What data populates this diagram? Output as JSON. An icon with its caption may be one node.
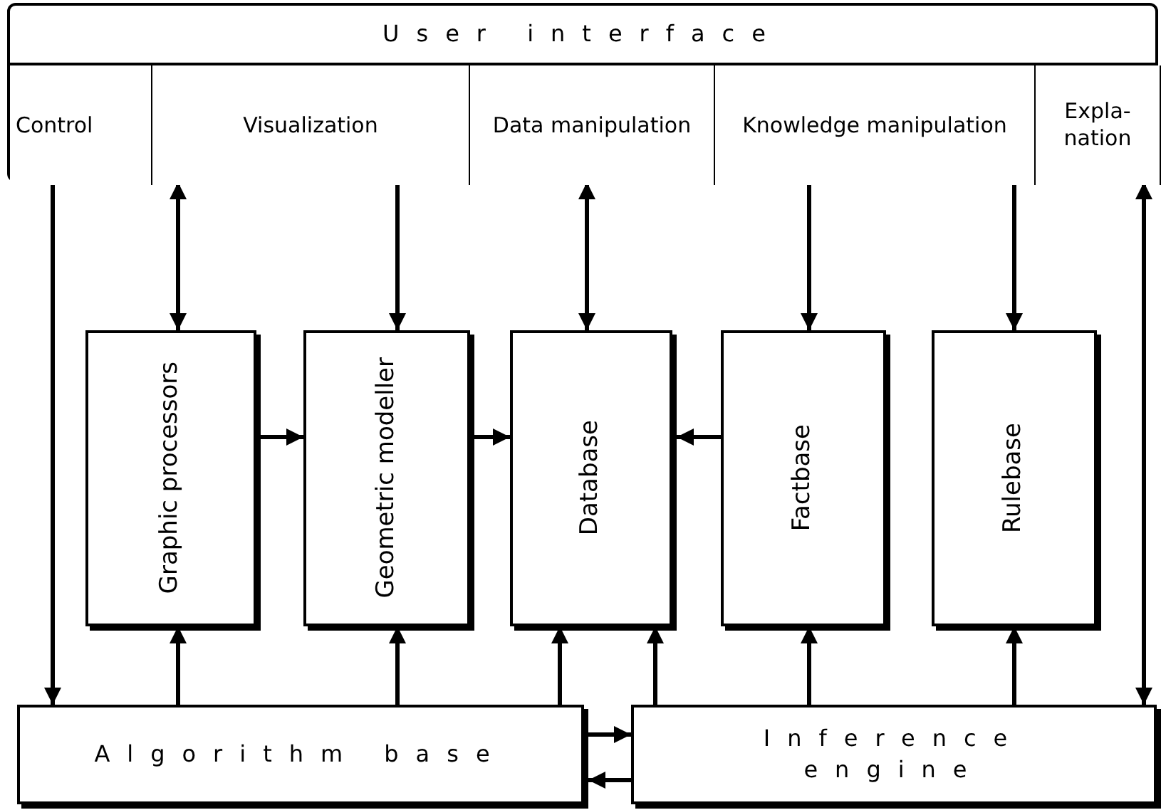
{
  "diagram": {
    "nodes": [
      {
        "text": [
          "User interface"
        ]
      },
      {
        "text": [
          "Control"
        ],
        "in": 0
      },
      {
        "text": [
          "Visualization"
        ],
        "in": 0
      },
      {
        "text": [
          "Data manipulation"
        ],
        "in": 0
      },
      {
        "text": [
          "Knowledge manipulation"
        ],
        "in": 0
      },
      {
        "text": [
          "Expla- nation"
        ],
        "in": 0
      },
      {
        "text": [
          "Graphic processors"
        ]
      },
      {
        "text": [
          "Geometric modeller"
        ]
      },
      {
        "text": [
          "Database"
        ]
      },
      {
        "text": [
          "Factbase"
        ]
      },
      {
        "text": [
          "Rulebase"
        ]
      },
      {
        "text": [
          "Algorithm base"
        ]
      },
      {
        "text": [
          "Inference engine"
        ]
      }
    ],
    "edges": [
      {
        "from": 1,
        "to": 11,
        "arrow": "to"
      },
      {
        "from": 2,
        "to": 6,
        "arrow": "both"
      },
      {
        "from": 2,
        "to": 7,
        "arrow": "to"
      },
      {
        "from": 3,
        "to": 8,
        "arrow": "both"
      },
      {
        "from": 4,
        "to": 9,
        "arrow": "to"
      },
      {
        "from": 4,
        "to": 10,
        "arrow": "to"
      },
      {
        "from": 5,
        "to": 12,
        "arrow": "both"
      },
      {
        "from": 6,
        "to": 7,
        "arrow": "to"
      },
      {
        "from": 7,
        "to": 8,
        "arrow": "to"
      },
      {
        "from": 9,
        "to": 8,
        "arrow": "to"
      },
      {
        "from": 11,
        "to": 6,
        "arrow": "to"
      },
      {
        "from": 11,
        "to": 7,
        "arrow": "to"
      },
      {
        "from": 11,
        "to": 8,
        "arrow": "to"
      },
      {
        "from": 12,
        "to": 8,
        "arrow": "to"
      },
      {
        "from": 12,
        "to": 9,
        "arrow": "to"
      },
      {
        "from": 12,
        "to": 10,
        "arrow": "to"
      },
      {
        "from": 11,
        "to": 12,
        "arrow": "to"
      },
      {
        "from": 12,
        "to": 11,
        "arrow": "to"
      }
    ]
  }
}
